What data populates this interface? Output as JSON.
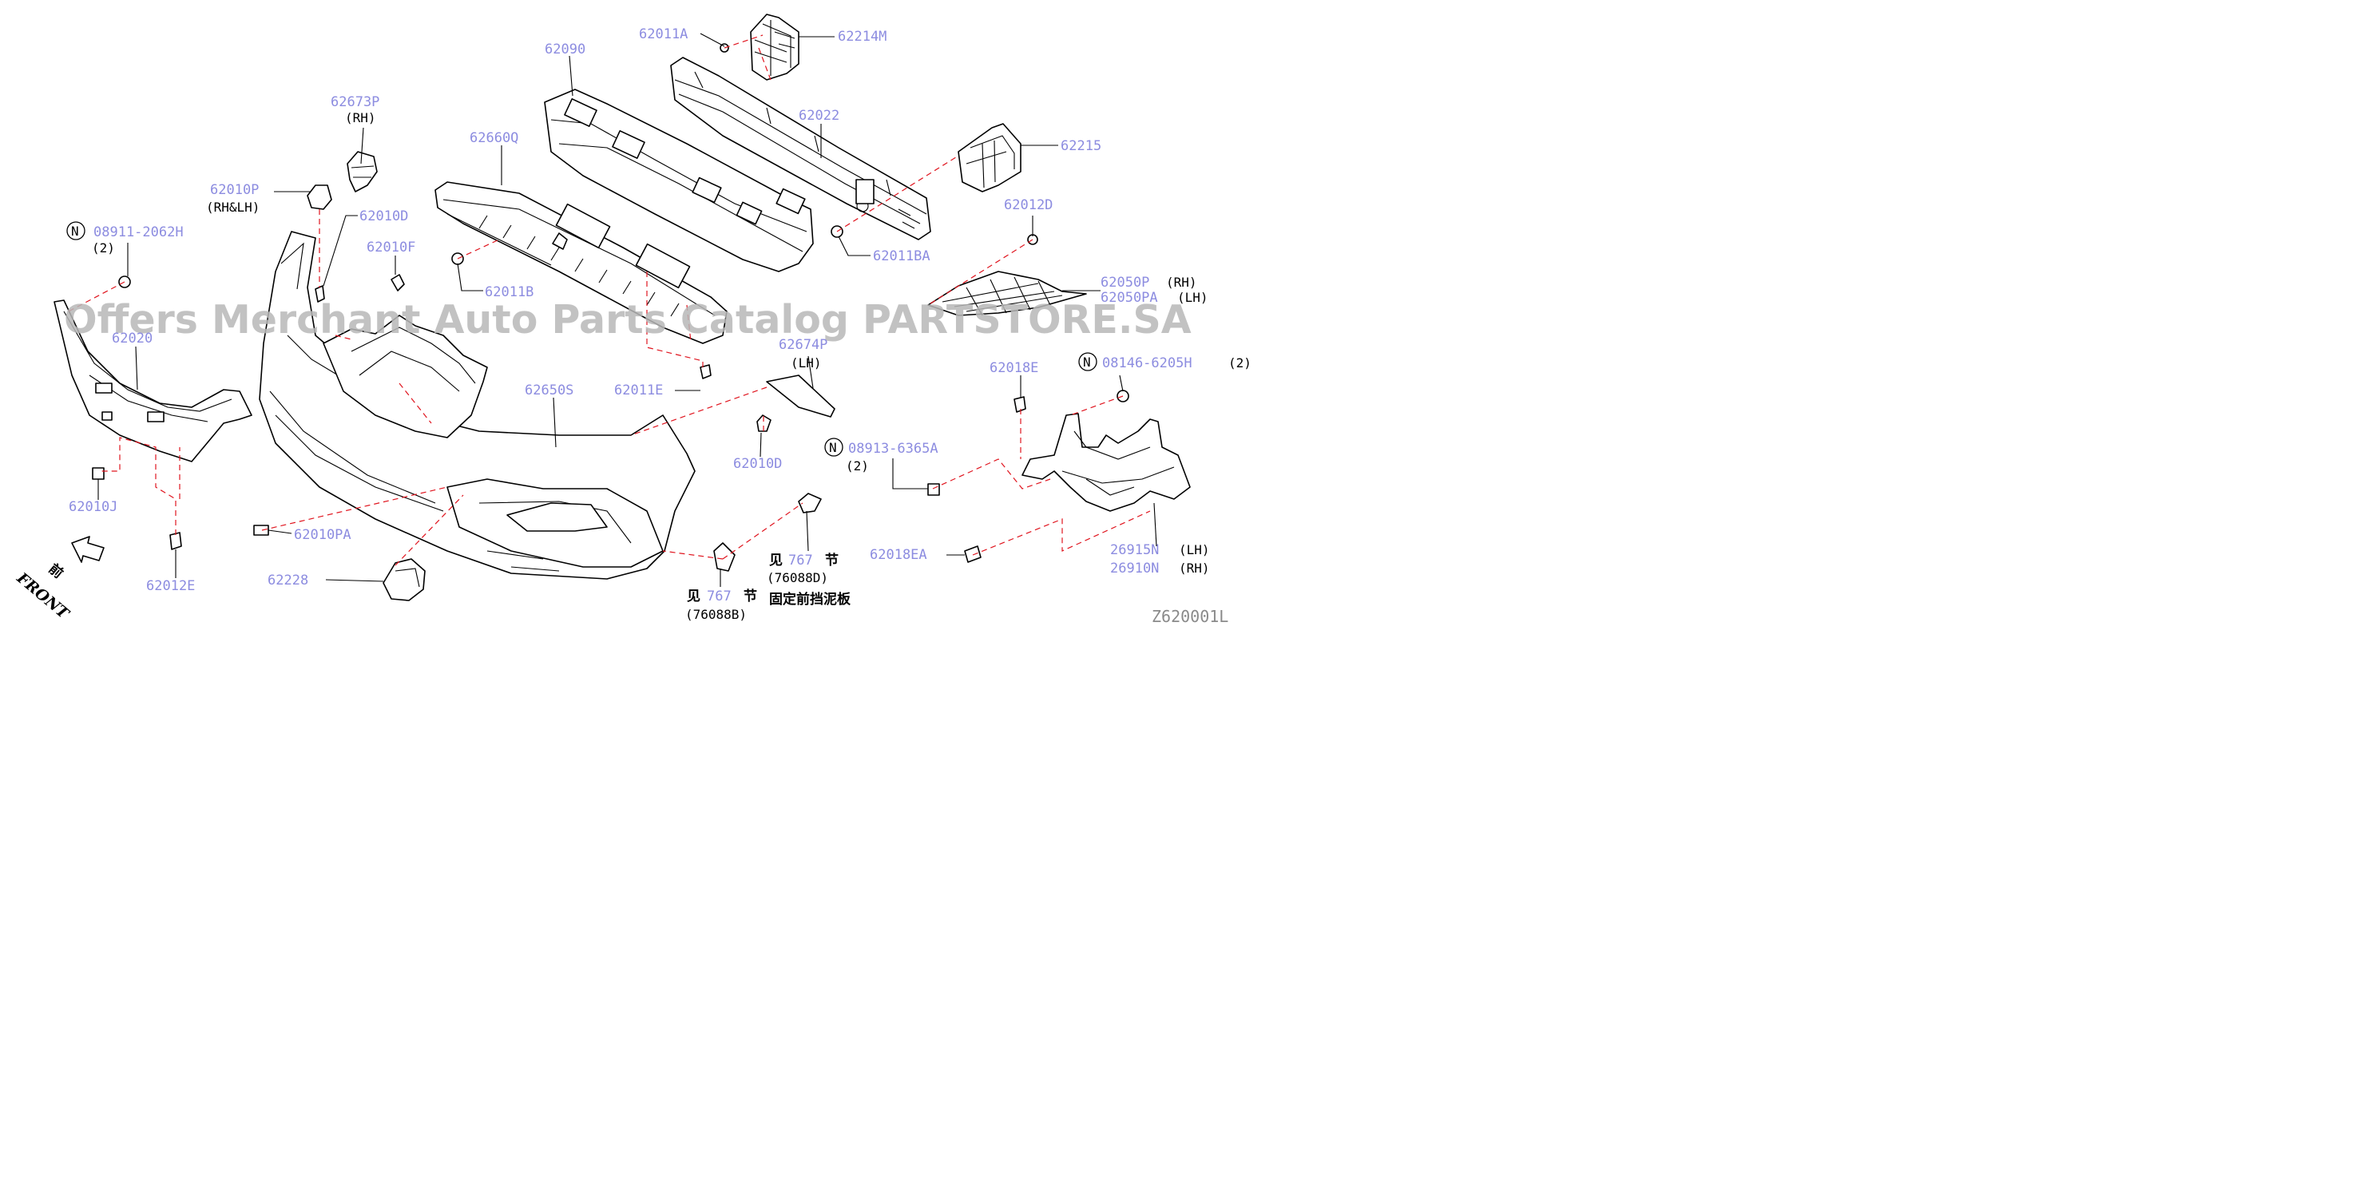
{
  "watermark": "Offers Merchant Auto Parts Catalog PARTSTORE.SA",
  "diagram_code": "Z620001L",
  "front_label": {
    "cn": "前",
    "en": "FRONT"
  },
  "part_numbers": {
    "p62011A": "62011A",
    "p62214M": "62214M",
    "p62090": "62090",
    "p62022": "62022",
    "p62215": "62215",
    "p62673P": "62673P",
    "p62673P_q": "(RH)",
    "p62660Q": "62660Q",
    "p62010P": "62010P",
    "p62010P_q": "(RH&LH)",
    "p62010D_top": "62010D",
    "p62012D": "62012D",
    "p08911_n": "N",
    "p08911": "08911-2062H",
    "p08911_q": "(2)",
    "p62010F": "62010F",
    "p62011B": "62011B",
    "p62011BA": "62011BA",
    "p62050P": "62050P",
    "p62050P_q": "(RH)",
    "p62050PA": "62050PA",
    "p62050PA_q": "(LH)",
    "p62020": "62020",
    "p62674P": "62674P",
    "p62674P_q": "(LH)",
    "p62018E": "62018E",
    "p08146_n": "N",
    "p08146": "08146-6205H",
    "p08146_q": "(2)",
    "p62650S": "62650S",
    "p62011E": "62011E",
    "p62010D_bot": "62010D",
    "p08913_n": "N",
    "p08913": "08913-6365A",
    "p08913_q": "(2)",
    "p62010J": "62010J",
    "p62010PA": "62010PA",
    "p62018EA": "62018EA",
    "p26915N": "26915N",
    "p26915N_q": "(LH)",
    "p26910N": "26910N",
    "p26910N_q": "(RH)",
    "p62012E": "62012E",
    "p62228": "62228"
  },
  "refs": {
    "r1_pre": "见",
    "r1_page": "767",
    "r1_post": "节",
    "r1_code": "(76088D)",
    "r1_desc": "固定前挡泥板",
    "r2_pre": "见",
    "r2_page": "767",
    "r2_post": "节",
    "r2_code": "(76088B)"
  }
}
